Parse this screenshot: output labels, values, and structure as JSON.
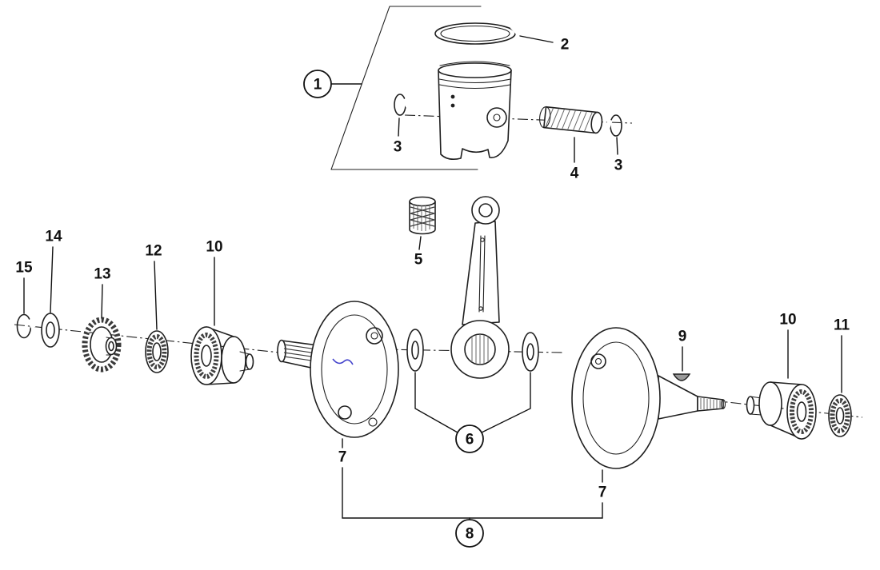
{
  "diagram": {
    "background": "#ffffff",
    "line_color": "#1f1f1f",
    "pen_mark_color": "#4343cc"
  },
  "callouts": [
    {
      "id": "callout-1",
      "text": "1",
      "circled": true
    },
    {
      "id": "callout-2",
      "text": "2",
      "circled": false
    },
    {
      "id": "callout-3-left",
      "text": "3",
      "circled": false
    },
    {
      "id": "callout-4",
      "text": "4",
      "circled": false
    },
    {
      "id": "callout-3-right",
      "text": "3",
      "circled": false
    },
    {
      "id": "callout-5",
      "text": "5",
      "circled": false
    },
    {
      "id": "callout-6",
      "text": "6",
      "circled": true
    },
    {
      "id": "callout-7-left",
      "text": "7",
      "circled": false
    },
    {
      "id": "callout-7-right",
      "text": "7",
      "circled": false
    },
    {
      "id": "callout-8",
      "text": "8",
      "circled": true
    },
    {
      "id": "callout-9",
      "text": "9",
      "circled": false
    },
    {
      "id": "callout-10-left",
      "text": "10",
      "circled": false
    },
    {
      "id": "callout-10-right",
      "text": "10",
      "circled": false
    },
    {
      "id": "callout-11",
      "text": "11",
      "circled": false
    },
    {
      "id": "callout-12",
      "text": "12",
      "circled": false
    },
    {
      "id": "callout-13",
      "text": "13",
      "circled": false
    },
    {
      "id": "callout-14",
      "text": "14",
      "circled": false
    },
    {
      "id": "callout-15",
      "text": "15",
      "circled": false
    }
  ]
}
